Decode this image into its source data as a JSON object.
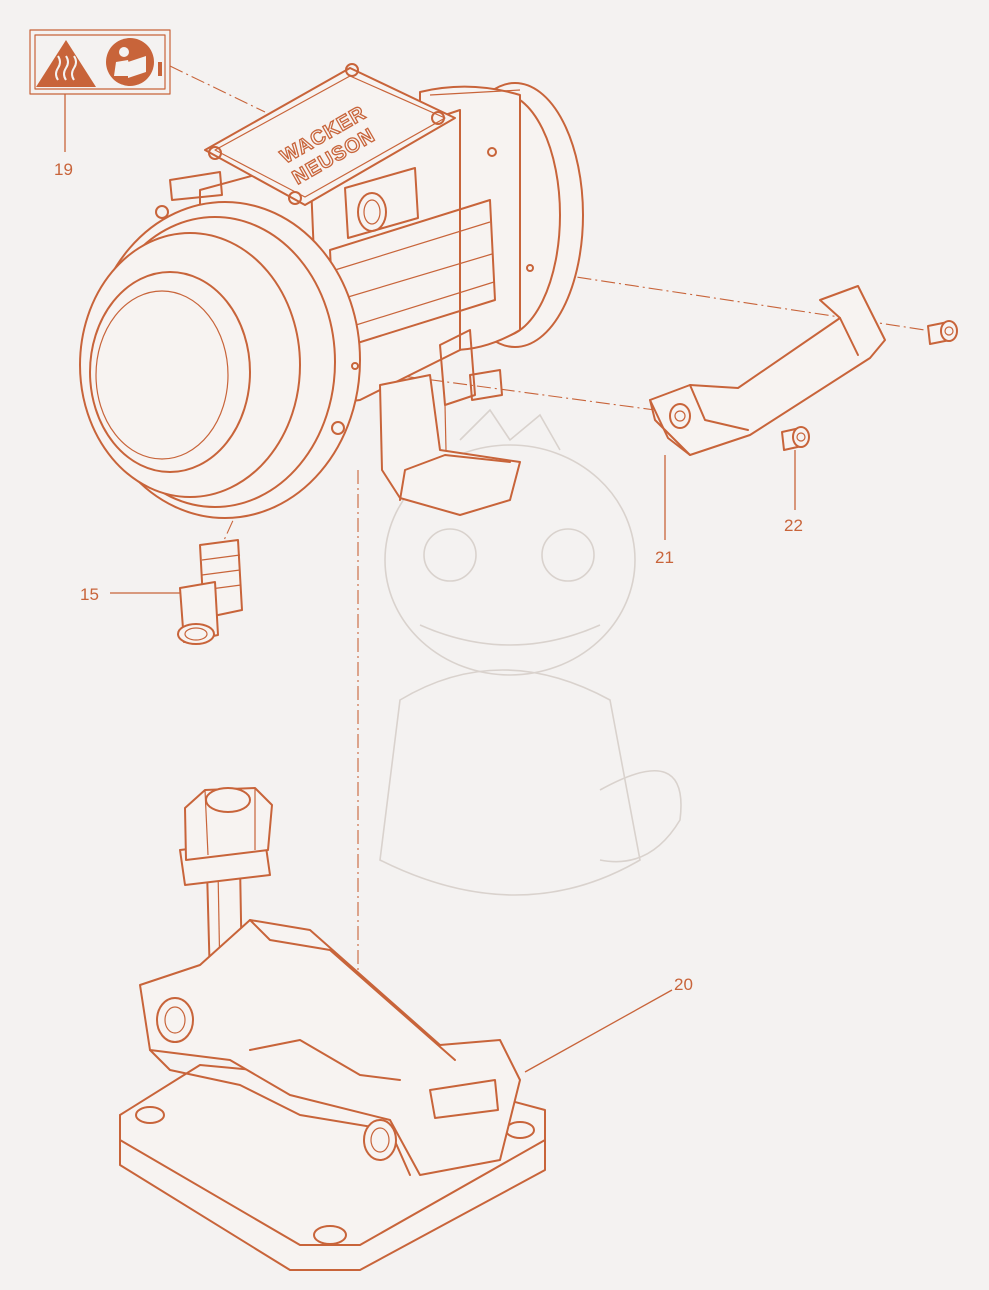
{
  "brand": {
    "line1": "WACKER",
    "line2": "NEUSON"
  },
  "callouts": [
    {
      "id": "19"
    },
    {
      "id": "15"
    },
    {
      "id": "21"
    },
    {
      "id": "22"
    },
    {
      "id": "20"
    }
  ],
  "colors": {
    "line": "#c8643a",
    "background": "#f4f2f1",
    "watermark": "#d9d2cd"
  },
  "icons": [
    "hot-surface-warning-icon",
    "read-manual-icon"
  ]
}
